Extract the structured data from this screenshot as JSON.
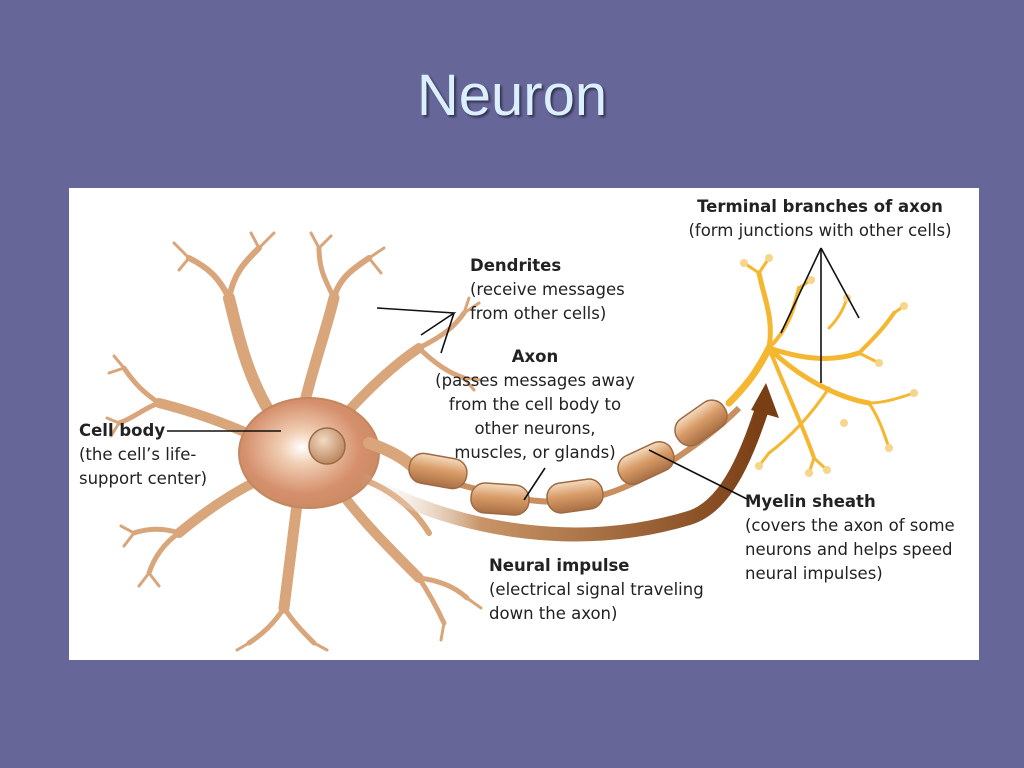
{
  "slide": {
    "title": "Neuron",
    "background_color": "#666699",
    "title_color": "#dcefff"
  },
  "diagram": {
    "labels": {
      "cell_body": {
        "heading": "Cell body",
        "lines": [
          "(the cell’s life-",
          "support center)"
        ]
      },
      "dendrites": {
        "heading": "Dendrites",
        "lines": [
          "(receive messages",
          "from other cells)"
        ]
      },
      "axon": {
        "heading": "Axon",
        "lines": [
          "(passes messages away",
          "from the cell body to",
          "other neurons,",
          "muscles, or glands)"
        ]
      },
      "terminal_branches": {
        "heading": "Terminal branches of axon",
        "lines": [
          "(form junctions with other cells)"
        ]
      },
      "myelin_sheath": {
        "heading": "Myelin sheath",
        "lines": [
          "(covers the axon of some",
          "neurons and helps speed",
          "neural impulses)"
        ]
      },
      "neural_impulse": {
        "heading": "Neural impulse",
        "lines": [
          "(electrical signal traveling",
          "down the axon)"
        ]
      }
    },
    "colors": {
      "cell_body": "#d9a37c",
      "dendrite": "#e2b891",
      "myelin": "#d79a66",
      "terminal": "#f5b630",
      "impulse_arrow": "#8b4a1c"
    }
  }
}
